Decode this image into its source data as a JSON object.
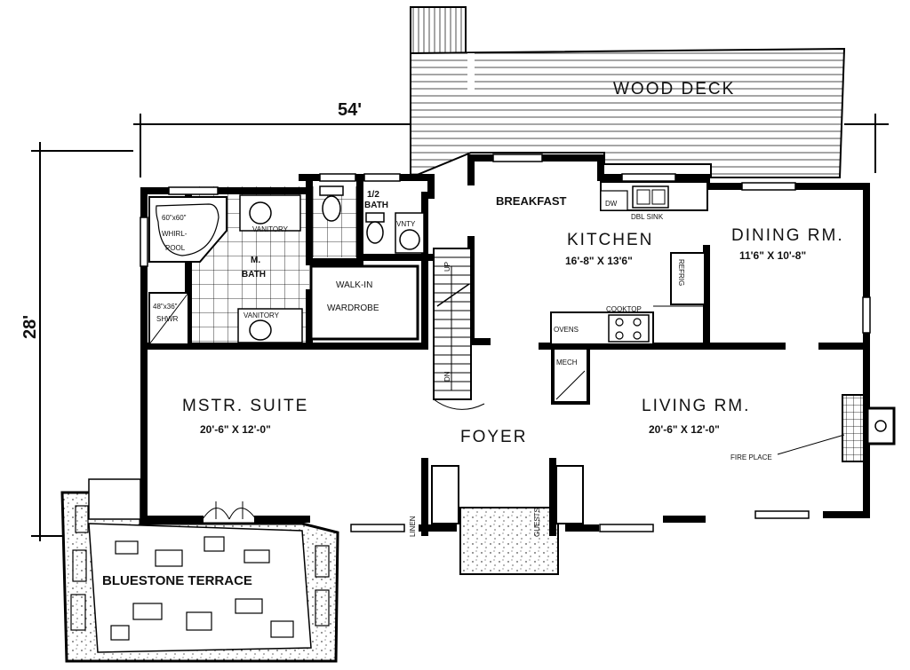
{
  "plan": {
    "overall_width": "54'",
    "overall_depth": "28'",
    "rooms": {
      "wood_deck": "WOOD DECK",
      "breakfast": "BREAKFAST",
      "kitchen": {
        "name": "KITCHEN",
        "size": "16'-8\" X 13'6\""
      },
      "dining": {
        "name": "DINING RM.",
        "size": "11'6\" X 10'-8\""
      },
      "master_suite": {
        "name": "MSTR. SUITE",
        "size": "20'-6\" X 12'-0\""
      },
      "foyer": "FOYER",
      "living": {
        "name": "LIVING RM.",
        "size": "20'-6\" X 12'-0\""
      },
      "master_bath": [
        "M.",
        "BATH"
      ],
      "half_bath": [
        "1/2",
        "BATH"
      ],
      "walk_in": [
        "WALK-IN",
        "WARDROBE"
      ],
      "terrace": "BLUESTONE TERRACE"
    },
    "fixtures": {
      "whirlpool": [
        "60\"x60\"",
        "WHIRL-",
        "POOL"
      ],
      "shower": [
        "48\"x36\"",
        "SHWR"
      ],
      "vanity_top": "VANITORY",
      "vanity_bottom": "VANITORY",
      "half_bath_vanity": "VNTY",
      "dishwasher": "DW",
      "sink": "DBL SINK",
      "refrigerator": "REFRIG",
      "cooktop": "COOKTOP",
      "ovens": "OVENS",
      "mech": "MECH",
      "linen": "LINEN",
      "guests": "GUESTS",
      "fireplace": "FIRE PLACE",
      "stair_up": "UP",
      "stair_down": "DN"
    }
  }
}
